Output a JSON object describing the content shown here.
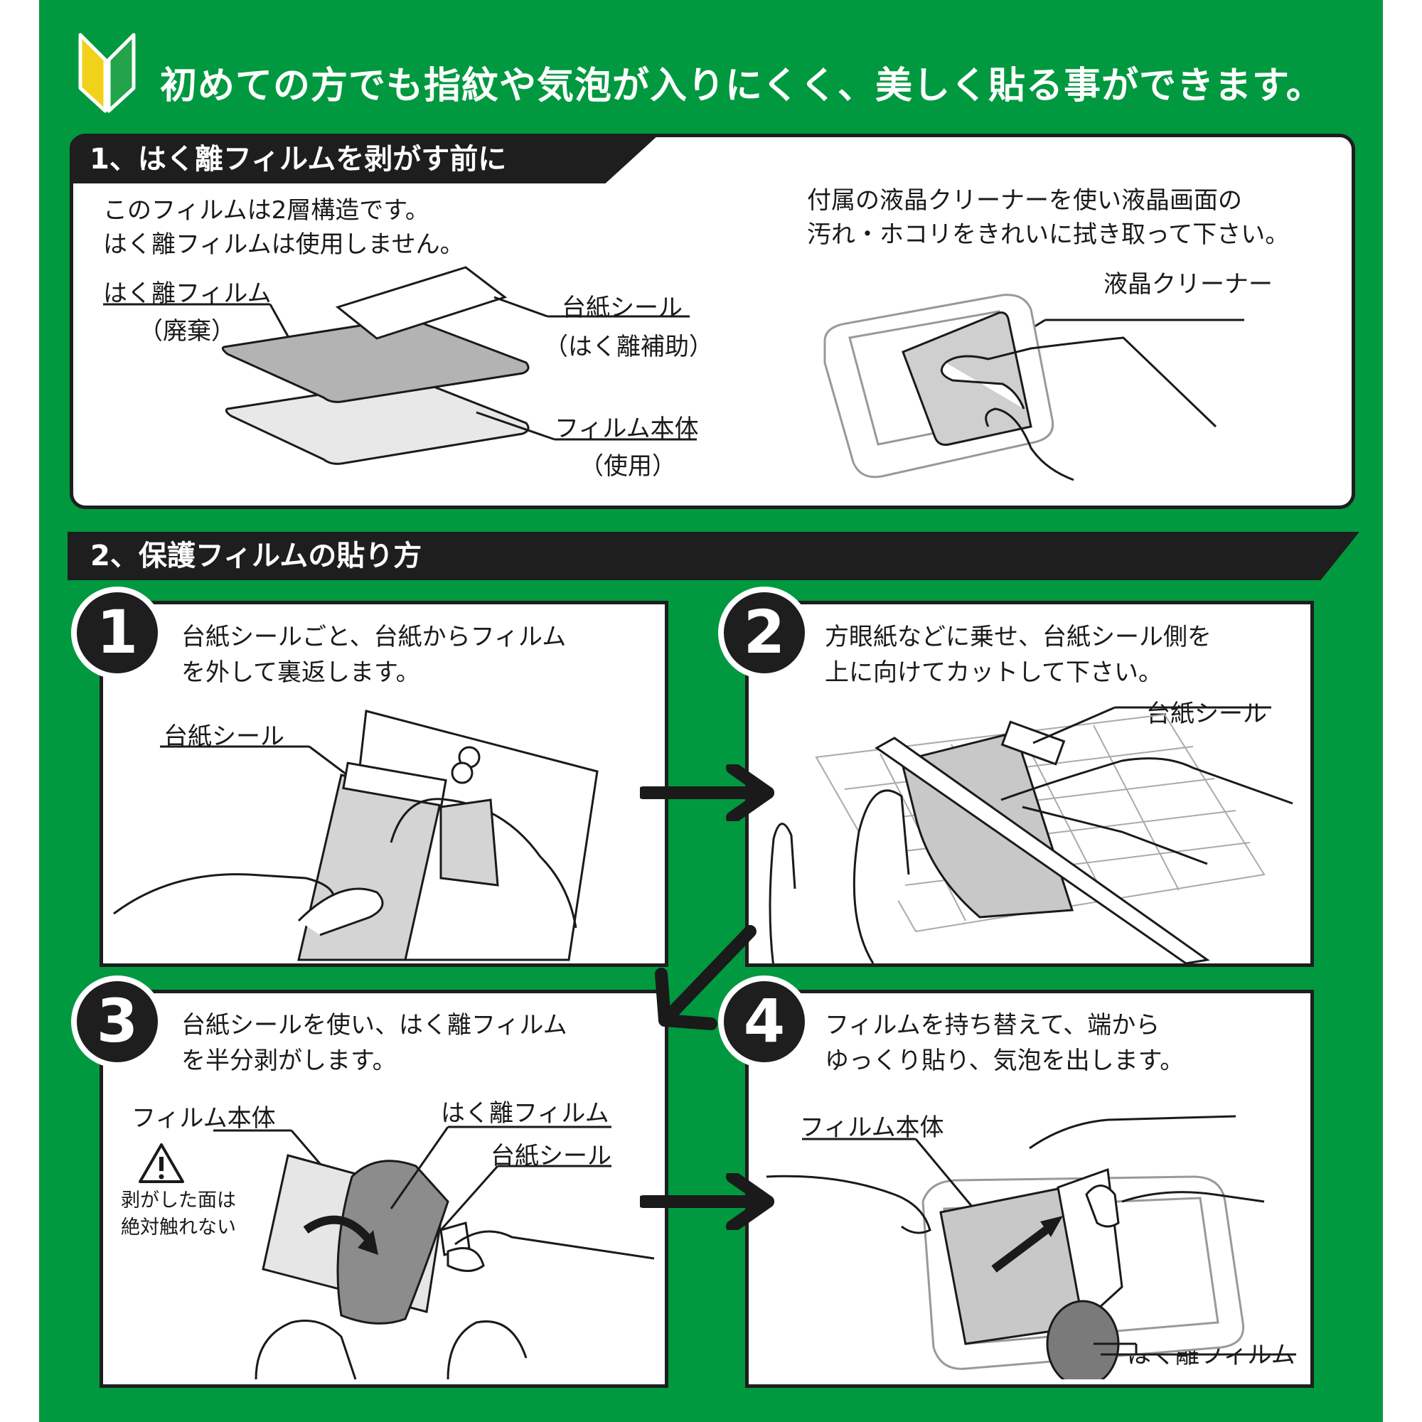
{
  "colors": {
    "background_green": "#00993f",
    "banner_black": "#1e1e1e",
    "beginner_mark_yellow": "#f2d11a",
    "beginner_mark_green": "#23a34a"
  },
  "headline": "初めての方でも指紋や気泡が入りにくく、美しく貼る事ができます。",
  "section1": {
    "title": "1、はく離フィルムを剥がす前に",
    "left_text": [
      "このフィルムは2層構造です。",
      "はく離フィルムは使用しません。"
    ],
    "labels": {
      "release_film": "はく離フィルム",
      "release_film_note": "（廃棄）",
      "backing_seal": "台紙シール",
      "backing_seal_note": "（はく離補助）",
      "film_body": "フィルム本体",
      "film_body_note": "（使用）"
    },
    "right_text": [
      "付属の液晶クリーナーを使い液晶画面の",
      "汚れ・ホコリをきれいに拭き取って下さい。"
    ],
    "cleaner_label": "液晶クリーナー"
  },
  "section2": {
    "title": "2、保護フィルムの貼り方",
    "steps": [
      {
        "number": "1",
        "text": [
          "台紙シールごと、台紙からフィルム",
          "を外して裏返します。"
        ],
        "labels": [
          "台紙シール"
        ]
      },
      {
        "number": "2",
        "text": [
          "方眼紙などに乗せ、台紙シール側を",
          "上に向けてカットして下さい。"
        ],
        "labels": [
          "台紙シール"
        ]
      },
      {
        "number": "3",
        "text": [
          "台紙シールを使い、はく離フィルム",
          "を半分剥がします。"
        ],
        "labels": [
          "フィルム本体",
          "はく離フィルム",
          "台紙シール"
        ],
        "warning": [
          "剥がした面は",
          "絶対触れない"
        ]
      },
      {
        "number": "4",
        "text": [
          "フィルムを持ち替えて、端から",
          "ゆっくり貼り、気泡を出します。"
        ],
        "labels": [
          "フィルム本体",
          "はく離フィルム"
        ]
      }
    ]
  }
}
